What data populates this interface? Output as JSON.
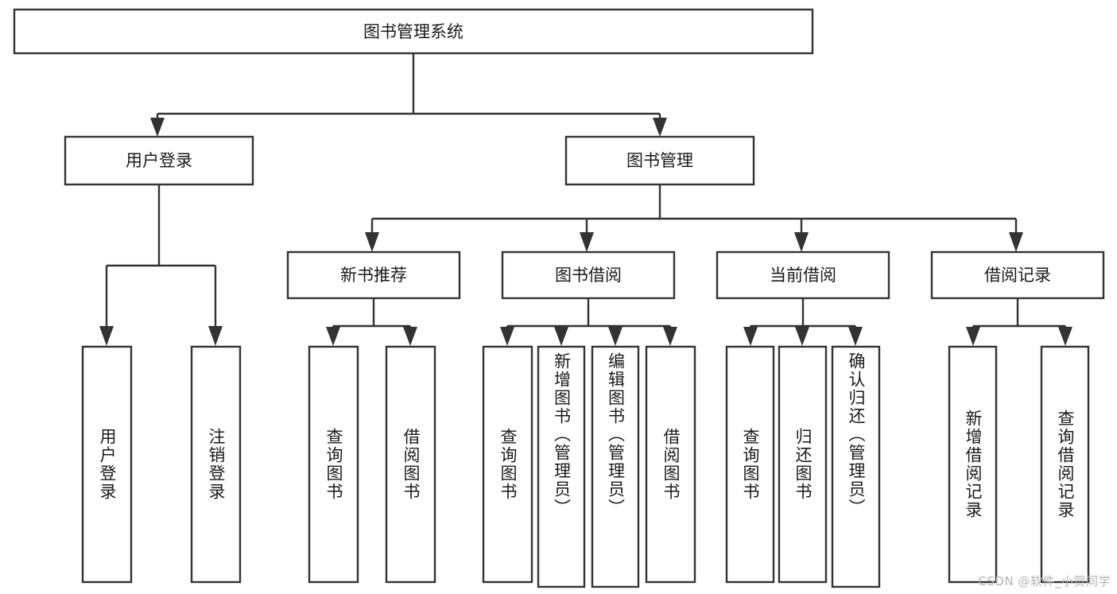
{
  "diagram": {
    "type": "tree",
    "title_node": "图书管理系统",
    "orientation": "top-down",
    "watermark": "CSDN @软件_小贺同学",
    "colors": {
      "box_stroke": "#333333",
      "box_fill": "#ffffff",
      "text": "#1a1a1a",
      "connector": "#333333",
      "background": "#ffffff",
      "watermark": "#b3b3b3"
    },
    "levels": {
      "level1": [
        "图书管理系统"
      ],
      "level2": [
        "用户登录",
        "图书管理"
      ],
      "level3": [
        "新书推荐",
        "图书借阅",
        "当前借阅",
        "借阅记录"
      ],
      "level4": [
        "用户登录",
        "注销登录",
        "查询图书",
        "借阅图书",
        "查询图书",
        "新增图书（管理员）",
        "编辑图书（管理员）",
        "借阅图书",
        "查询图书",
        "归还图书",
        "确认归还（管理员）",
        "新增借阅记录",
        "查询借阅记录"
      ]
    }
  },
  "nodes": {
    "root": {
      "label": "图书管理系统"
    },
    "user_login": {
      "label": "用户登录"
    },
    "book_manage": {
      "label": "图书管理"
    },
    "new_book_rec": {
      "label": "新书推荐"
    },
    "book_borrow": {
      "label": "图书借阅"
    },
    "current_borrow": {
      "label": "当前借阅"
    },
    "borrow_record": {
      "label": "借阅记录"
    },
    "leaf_user_login": {
      "label": "用户登录"
    },
    "leaf_logout": {
      "label": "注销登录"
    },
    "leaf_query_book_1": {
      "label": "查询图书"
    },
    "leaf_borrow_book_1": {
      "label": "借阅图书"
    },
    "leaf_query_book_2": {
      "label": "查询图书"
    },
    "leaf_add_book_admin": {
      "label": "新增图书（管理员）"
    },
    "leaf_edit_book_admin": {
      "label": "编辑图书（管理员）"
    },
    "leaf_borrow_book_2": {
      "label": "借阅图书"
    },
    "leaf_query_book_3": {
      "label": "查询图书"
    },
    "leaf_return_book": {
      "label": "归还图书"
    },
    "leaf_confirm_return_admin": {
      "label": "确认归还（管理员）"
    },
    "leaf_add_borrow_record": {
      "label": "新增借阅记录"
    },
    "leaf_query_borrow_record": {
      "label": "查询借阅记录"
    }
  },
  "edges": [
    {
      "from": "图书管理系统",
      "to": "用户登录"
    },
    {
      "from": "图书管理系统",
      "to": "图书管理"
    },
    {
      "from": "用户登录",
      "to": "用户登录"
    },
    {
      "from": "用户登录",
      "to": "注销登录"
    },
    {
      "from": "图书管理",
      "to": "新书推荐"
    },
    {
      "from": "图书管理",
      "to": "图书借阅"
    },
    {
      "from": "图书管理",
      "to": "当前借阅"
    },
    {
      "from": "图书管理",
      "to": "借阅记录"
    },
    {
      "from": "新书推荐",
      "to": "查询图书"
    },
    {
      "from": "新书推荐",
      "to": "借阅图书"
    },
    {
      "from": "图书借阅",
      "to": "查询图书"
    },
    {
      "from": "图书借阅",
      "to": "新增图书（管理员）"
    },
    {
      "from": "图书借阅",
      "to": "编辑图书（管理员）"
    },
    {
      "from": "图书借阅",
      "to": "借阅图书"
    },
    {
      "from": "当前借阅",
      "to": "查询图书"
    },
    {
      "from": "当前借阅",
      "to": "归还图书"
    },
    {
      "from": "当前借阅",
      "to": "确认归还（管理员）"
    },
    {
      "from": "借阅记录",
      "to": "新增借阅记录"
    },
    {
      "from": "借阅记录",
      "to": "查询借阅记录"
    }
  ]
}
